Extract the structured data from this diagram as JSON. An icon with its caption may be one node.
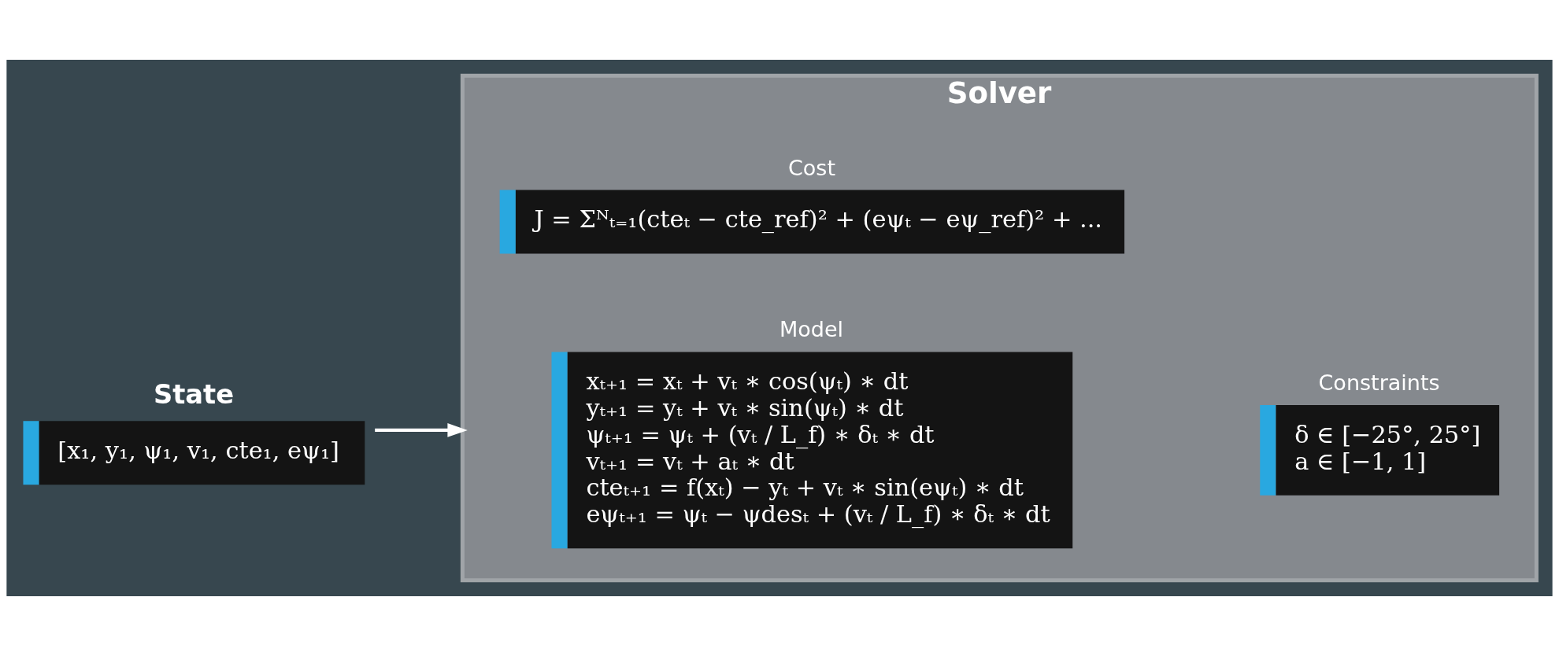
{
  "diagram": {
    "nodes": [
      {
        "text": [
          "State",
          "[x₁, y₁, ψ₁, v₁, cte₁, eψ₁]"
        ]
      },
      {
        "text": [
          "Solver"
        ]
      },
      {
        "text": [
          "Model",
          "xₜ₊₁ = xₜ + vₜ ∗ cos(ψₜ) ∗ dt",
          "yₜ₊₁ = yₜ + vₜ ∗ sin(ψₜ) ∗ dt",
          "ψₜ₊₁ = ψₜ + (vₜ / L_f) ∗ δₜ ∗ dt",
          "vₜ₊₁ = vₜ + aₜ ∗ dt",
          "cteₜ₊₁ = f(xₜ) − yₜ + vₜ ∗ sin(eψₜ) ∗ dt",
          "eψₜ₊₁ = ψₜ − ψdesₜ + (vₜ / L_f) ∗ δₜ ∗ dt"
        ],
        "in": 1
      },
      {
        "text": [
          "Constraints",
          "δ ∈ [−25°, 25°]",
          "a ∈ [−1, 1]"
        ],
        "in": 1
      },
      {
        "text": [
          "Cost",
          "J = Σᴺₜ₌₁(cteₜ − cte_ref)² + (eψₜ − eψ_ref)² + ..."
        ],
        "in": 1
      }
    ],
    "edges": [
      {
        "from": 0,
        "to": 1,
        "arrow": "to"
      }
    ]
  }
}
